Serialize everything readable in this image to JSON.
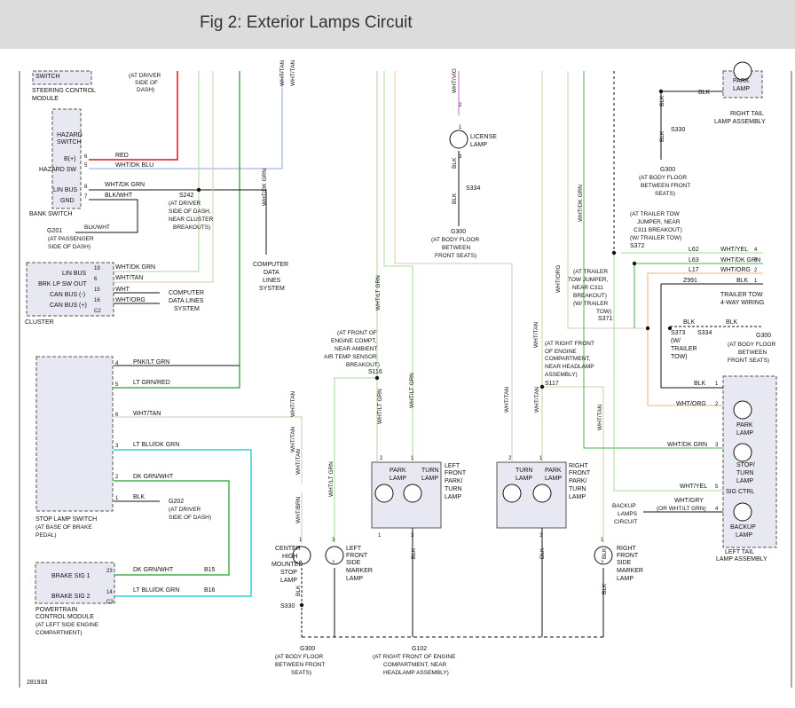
{
  "title": "Fig 2: Exterior Lamps Circuit",
  "diagram_id": "281933",
  "colors": {
    "red": "#e0121b",
    "green": "#4caf50",
    "lightgreen": "#a8d89a",
    "blue": "#8fa3d0",
    "cyan": "#37d0d0",
    "tan": "#d8c8ad",
    "orange": "#f0b070",
    "purple": "#cc66cc",
    "black": "#111111",
    "box": "#e8e8f2"
  },
  "texts": [
    {
      "id": "t1",
      "text": "SWITCH"
    },
    {
      "id": "t2",
      "text": "STEERING CONTROL"
    },
    {
      "id": "t3",
      "text": "MODULE"
    },
    {
      "id": "t4",
      "text": "(AT DRIVER"
    },
    {
      "id": "t5",
      "text": "SIDE OF"
    },
    {
      "id": "t6",
      "text": "DASH)"
    },
    {
      "id": "t7",
      "text": "HAZARD"
    },
    {
      "id": "t8",
      "text": "SWITCH"
    },
    {
      "id": "t9",
      "text": "B(+)"
    },
    {
      "id": "t10",
      "text": "HAZARD SW"
    },
    {
      "id": "t11",
      "text": "LIN BUS"
    },
    {
      "id": "t12",
      "text": "GND"
    },
    {
      "id": "t13",
      "text": "BANK SWITCH"
    },
    {
      "id": "t14",
      "text": "6"
    },
    {
      "id": "t15",
      "text": "5"
    },
    {
      "id": "t16",
      "text": "8"
    },
    {
      "id": "t17",
      "text": "7"
    },
    {
      "id": "t18",
      "text": "RED"
    },
    {
      "id": "t19",
      "text": "WHT/DK BLU"
    },
    {
      "id": "t20",
      "text": "WHT/DK GRN"
    },
    {
      "id": "t21",
      "text": "BLK/WHT"
    },
    {
      "id": "t22",
      "text": "S242"
    },
    {
      "id": "t23",
      "text": "(AT DRIVER"
    },
    {
      "id": "t24",
      "text": "SIDE OF DASH,"
    },
    {
      "id": "t25",
      "text": "NEAR CLUSTER"
    },
    {
      "id": "t26",
      "text": "BREAKOUTS)"
    },
    {
      "id": "t27",
      "text": "BLK/WHT"
    },
    {
      "id": "t28",
      "text": "G201"
    },
    {
      "id": "t29",
      "text": "(AT PASSENGER"
    },
    {
      "id": "t30",
      "text": "SIDE OF DASH)"
    },
    {
      "id": "t31",
      "text": "WHT/DK GRN"
    },
    {
      "id": "t32",
      "text": "COMPUTER"
    },
    {
      "id": "t33",
      "text": "DATA"
    },
    {
      "id": "t34",
      "text": "LINES"
    },
    {
      "id": "t35",
      "text": "SYSTEM"
    },
    {
      "id": "t36",
      "text": "WHT/TAN"
    },
    {
      "id": "t37",
      "text": "WHT/TAN"
    },
    {
      "id": "t38",
      "text": "LIN BUS"
    },
    {
      "id": "t39",
      "text": "BRK LP SW OUT"
    },
    {
      "id": "t40",
      "text": "CAN BUS (-)"
    },
    {
      "id": "t41",
      "text": "CAN BUS (+)"
    },
    {
      "id": "t42",
      "text": "CLUSTER"
    },
    {
      "id": "t43",
      "text": "19"
    },
    {
      "id": "t44",
      "text": "6"
    },
    {
      "id": "t45",
      "text": "15"
    },
    {
      "id": "t46",
      "text": "16"
    },
    {
      "id": "t47",
      "text": "C2"
    },
    {
      "id": "t48",
      "text": "WHT/DK GRN"
    },
    {
      "id": "t49",
      "text": "WHT/TAN"
    },
    {
      "id": "t50",
      "text": "WHT"
    },
    {
      "id": "t51",
      "text": "WHT/ORG"
    },
    {
      "id": "t52",
      "text": "COMPUTER"
    },
    {
      "id": "t53",
      "text": "DATA LINES"
    },
    {
      "id": "t54",
      "text": "SYSTEM"
    },
    {
      "id": "t55",
      "text": "4"
    },
    {
      "id": "t56",
      "text": "5"
    },
    {
      "id": "t57",
      "text": "6"
    },
    {
      "id": "t58",
      "text": "3"
    },
    {
      "id": "t59",
      "text": "2"
    },
    {
      "id": "t60",
      "text": "1"
    },
    {
      "id": "t61",
      "text": "PNK/LT GRN"
    },
    {
      "id": "t62",
      "text": "LT GRN/RED"
    },
    {
      "id": "t63",
      "text": "WHT/TAN"
    },
    {
      "id": "t64",
      "text": "LT BLU/DK GRN"
    },
    {
      "id": "t65",
      "text": "DK GRN/WHT"
    },
    {
      "id": "t66",
      "text": "BLK"
    },
    {
      "id": "t67",
      "text": "G202"
    },
    {
      "id": "t68",
      "text": "(AT DRIVER"
    },
    {
      "id": "t69",
      "text": "SIDE OF DASH)"
    },
    {
      "id": "t70",
      "text": "STOP LAMP SWITCH"
    },
    {
      "id": "t71",
      "text": "(AT BASE OF BRAKE"
    },
    {
      "id": "t72",
      "text": "PEDAL)"
    },
    {
      "id": "t73",
      "text": "BRAKE SIG 1"
    },
    {
      "id": "t74",
      "text": "BRAKE SIG 2"
    },
    {
      "id": "t75",
      "text": "23"
    },
    {
      "id": "t76",
      "text": "14"
    },
    {
      "id": "t77",
      "text": "C3"
    },
    {
      "id": "t78",
      "text": "DK GRN/WHT"
    },
    {
      "id": "t79",
      "text": "LT BLU/DK GRN"
    },
    {
      "id": "t80",
      "text": "B15"
    },
    {
      "id": "t81",
      "text": "B16"
    },
    {
      "id": "t82",
      "text": "POWERTRAIN"
    },
    {
      "id": "t83",
      "text": "CONTROL MODULE"
    },
    {
      "id": "t84",
      "text": "(AT LEFT SIDE ENGINE"
    },
    {
      "id": "t85",
      "text": "COMPARTMENT)"
    },
    {
      "id": "t86",
      "text": "WHT/TAN"
    },
    {
      "id": "t87",
      "text": "WHT/TAN"
    },
    {
      "id": "t88",
      "text": "CENTER"
    },
    {
      "id": "t89",
      "text": "HIGH"
    },
    {
      "id": "t90",
      "text": "MOUNTED"
    },
    {
      "id": "t91",
      "text": "STOP"
    },
    {
      "id": "t92",
      "text": "LAMP"
    },
    {
      "id": "t93",
      "text": "BLK"
    },
    {
      "id": "t94",
      "text": "S330"
    },
    {
      "id": "t95",
      "text": "G300"
    },
    {
      "id": "t96",
      "text": "(AT BODY FLOOR"
    },
    {
      "id": "t97",
      "text": "BETWEEN FRONT"
    },
    {
      "id": "t98",
      "text": "SEATS)"
    },
    {
      "id": "t99",
      "text": "WHT/LT GRN"
    },
    {
      "id": "t100",
      "text": "(AT FRONT OF"
    },
    {
      "id": "t101",
      "text": "ENGINE COMPT,"
    },
    {
      "id": "t102",
      "text": "NEAR AMBIENT"
    },
    {
      "id": "t103",
      "text": "AIR TEMP SENSOR"
    },
    {
      "id": "t104",
      "text": "BREAKOUT)"
    },
    {
      "id": "t105",
      "text": "S116"
    },
    {
      "id": "t106",
      "text": "WHT/LT GRN"
    },
    {
      "id": "t107",
      "text": "WHT/LT GRN"
    },
    {
      "id": "t108",
      "text": "WHT/LT GRN"
    },
    {
      "id": "t109",
      "text": "LEFT"
    },
    {
      "id": "t110",
      "text": "FRONT"
    },
    {
      "id": "t111",
      "text": "SIDE"
    },
    {
      "id": "t112",
      "text": "MARKER"
    },
    {
      "id": "t113",
      "text": "LAMP"
    },
    {
      "id": "t114",
      "text": "PARK"
    },
    {
      "id": "t115",
      "text": "LAMP"
    },
    {
      "id": "t116",
      "text": "TURN"
    },
    {
      "id": "t117",
      "text": "LAMP"
    },
    {
      "id": "t118",
      "text": "LEFT"
    },
    {
      "id": "t119",
      "text": "FRONT"
    },
    {
      "id": "t120",
      "text": "PARK/"
    },
    {
      "id": "t121",
      "text": "TURN"
    },
    {
      "id": "t122",
      "text": "LAMP"
    },
    {
      "id": "t123",
      "text": "BLK"
    },
    {
      "id": "t124",
      "text": "BLK"
    },
    {
      "id": "t125",
      "text": "G102"
    },
    {
      "id": "t126",
      "text": "(AT RIGHT FRONT OF ENGINE"
    },
    {
      "id": "t127",
      "text": "COMPARTMENT, NEAR"
    },
    {
      "id": "t128",
      "text": "HEADLAMP ASSEMBLY)"
    },
    {
      "id": "t129",
      "text": "WHT/VIO"
    },
    {
      "id": "t130",
      "text": "LICENSE"
    },
    {
      "id": "t131",
      "text": "LAMP"
    },
    {
      "id": "t132",
      "text": "BLK"
    },
    {
      "id": "t133",
      "text": "S334"
    },
    {
      "id": "t134",
      "text": "BLK"
    },
    {
      "id": "t135",
      "text": "G300"
    },
    {
      "id": "t136",
      "text": "(AT BODY FLOOR"
    },
    {
      "id": "t137",
      "text": "BETWEEN"
    },
    {
      "id": "t138",
      "text": "FRONT SEATS)"
    },
    {
      "id": "t139",
      "text": "WHT/TAN"
    },
    {
      "id": "t140",
      "text": "(AT RIGHT FRONT"
    },
    {
      "id": "t141",
      "text": "OF ENGINE"
    },
    {
      "id": "t142",
      "text": "COMPARTMENT,"
    },
    {
      "id": "t143",
      "text": "NEAR HEADLAMP"
    },
    {
      "id": "t144",
      "text": "ASSEMBLY)"
    },
    {
      "id": "t145",
      "text": "S117"
    },
    {
      "id": "t146",
      "text": "WHT/TAN"
    },
    {
      "id": "t147",
      "text": "WHT/TAN"
    },
    {
      "id": "t148",
      "text": "TURN"
    },
    {
      "id": "t149",
      "text": "LAMP"
    },
    {
      "id": "t150",
      "text": "PARK"
    },
    {
      "id": "t151",
      "text": "LAMP"
    },
    {
      "id": "t152",
      "text": "RIGHT"
    },
    {
      "id": "t153",
      "text": "FRONT"
    },
    {
      "id": "t154",
      "text": "PARK/"
    },
    {
      "id": "t155",
      "text": "TURN"
    },
    {
      "id": "t156",
      "text": "LAMP"
    },
    {
      "id": "t157",
      "text": "BLK"
    },
    {
      "id": "t158",
      "text": "WHT/TAN"
    },
    {
      "id": "t159",
      "text": "RIGHT"
    },
    {
      "id": "t160",
      "text": "FRONT"
    },
    {
      "id": "t161",
      "text": "SIDE"
    },
    {
      "id": "t162",
      "text": "MARKER"
    },
    {
      "id": "t163",
      "text": "LAMP"
    },
    {
      "id": "t164",
      "text": "BLK"
    },
    {
      "id": "t165",
      "text": "WHT/DK GRN"
    },
    {
      "id": "t166",
      "text": "WHT/ORG"
    },
    {
      "id": "t167",
      "text": "PARK"
    },
    {
      "id": "t168",
      "text": "LAMP"
    },
    {
      "id": "t169",
      "text": "RIGHT TAIL"
    },
    {
      "id": "t170",
      "text": "LAMP ASSEMBLY"
    },
    {
      "id": "t171",
      "text": "BLK"
    },
    {
      "id": "t172",
      "text": "BLK"
    },
    {
      "id": "t173",
      "text": "S330"
    },
    {
      "id": "t174",
      "text": "BLK"
    },
    {
      "id": "t175",
      "text": "G300"
    },
    {
      "id": "t176",
      "text": "(AT BODY FLOOR"
    },
    {
      "id": "t177",
      "text": "BETWEEN FRONT"
    },
    {
      "id": "t178",
      "text": "SEATS)"
    },
    {
      "id": "t179",
      "text": "(AT TRAILER TOW"
    },
    {
      "id": "t180",
      "text": "JUMPER, NEAR"
    },
    {
      "id": "t181",
      "text": "C311 BREAKOUT)"
    },
    {
      "id": "t182",
      "text": "(W/ TRAILER TOW)"
    },
    {
      "id": "t183",
      "text": "S372"
    },
    {
      "id": "t184",
      "text": "L62"
    },
    {
      "id": "t185",
      "text": "L63"
    },
    {
      "id": "t186",
      "text": "L17"
    },
    {
      "id": "t187",
      "text": "Z991"
    },
    {
      "id": "t188",
      "text": "WHT/YEL"
    },
    {
      "id": "t189",
      "text": "WHT/DK GRN"
    },
    {
      "id": "t190",
      "text": "WHT/ORG"
    },
    {
      "id": "t191",
      "text": "BLK"
    },
    {
      "id": "t192",
      "text": "4"
    },
    {
      "id": "t193",
      "text": "3"
    },
    {
      "id": "t194",
      "text": "2"
    },
    {
      "id": "t195",
      "text": "1"
    },
    {
      "id": "t196",
      "text": "TRAILER TOW"
    },
    {
      "id": "t197",
      "text": "4-WAY WIRING"
    },
    {
      "id": "t198",
      "text": "(AT TRAILER"
    },
    {
      "id": "t199",
      "text": "TOW JUMPER,"
    },
    {
      "id": "t200",
      "text": "NEAR C311"
    },
    {
      "id": "t201",
      "text": "BREAKOUT)"
    },
    {
      "id": "t202",
      "text": "(W/ TRAILER"
    },
    {
      "id": "t203",
      "text": "TOW)"
    },
    {
      "id": "t204",
      "text": "S371"
    },
    {
      "id": "t205",
      "text": "BLK"
    },
    {
      "id": "t206",
      "text": "BLK"
    },
    {
      "id": "t207",
      "text": "S373"
    },
    {
      "id": "t208",
      "text": "(W/"
    },
    {
      "id": "t209",
      "text": "TRAILER"
    },
    {
      "id": "t210",
      "text": "TOW)"
    },
    {
      "id": "t211",
      "text": "S334"
    },
    {
      "id": "t212",
      "text": "G300"
    },
    {
      "id": "t213",
      "text": "(AT BODY FLOOR"
    },
    {
      "id": "t214",
      "text": "BETWEEN"
    },
    {
      "id": "t215",
      "text": "FRONT SEATS)"
    },
    {
      "id": "t216",
      "text": "BLK"
    },
    {
      "id": "t217",
      "text": "1"
    },
    {
      "id": "t218",
      "text": "WHT/ORG"
    },
    {
      "id": "t219",
      "text": "2"
    },
    {
      "id": "t220",
      "text": "PARK"
    },
    {
      "id": "t221",
      "text": "LAMP"
    },
    {
      "id": "t222",
      "text": "WHT/DK GRN"
    },
    {
      "id": "t223",
      "text": "3"
    },
    {
      "id": "t224",
      "text": "STOP/"
    },
    {
      "id": "t225",
      "text": "TURN"
    },
    {
      "id": "t226",
      "text": "LAMP"
    },
    {
      "id": "t227",
      "text": "WHT/YEL"
    },
    {
      "id": "t228",
      "text": "5"
    },
    {
      "id": "t229",
      "text": "SIG CTRL"
    },
    {
      "id": "t230",
      "text": "WHT/GRY"
    },
    {
      "id": "t231",
      "text": "(OR WHT/LT GRN)"
    },
    {
      "id": "t232",
      "text": "4"
    },
    {
      "id": "t233",
      "text": "BACKUP"
    },
    {
      "id": "t234",
      "text": "LAMPS"
    },
    {
      "id": "t235",
      "text": "CIRCUIT"
    },
    {
      "id": "t236",
      "text": "BACKUP"
    },
    {
      "id": "t237",
      "text": "LAMP"
    },
    {
      "id": "t238",
      "text": "LEFT TAIL"
    },
    {
      "id": "t239",
      "text": "LAMP ASSEMBLY"
    },
    {
      "id": "t240",
      "text": "WHT/TAN"
    },
    {
      "id": "t241",
      "text": "WHT/BRN"
    },
    {
      "id": "t242",
      "text": "281933"
    },
    {
      "id": "t243",
      "text": "2"
    },
    {
      "id": "t244",
      "text": "1"
    },
    {
      "id": "t245",
      "text": "2"
    },
    {
      "id": "t246",
      "text": "1"
    },
    {
      "id": "t247",
      "text": "3"
    },
    {
      "id": "t248",
      "text": "3"
    },
    {
      "id": "t249",
      "text": "1"
    },
    {
      "id": "t250",
      "text": "2"
    },
    {
      "id": "t251",
      "text": "3"
    },
    {
      "id": "t252",
      "text": "3"
    },
    {
      "id": "t253",
      "text": "2"
    },
    {
      "id": "t254",
      "text": "1"
    },
    {
      "id": "t255",
      "text": "2"
    },
    {
      "id": "t256",
      "text": "1"
    },
    {
      "id": "t257",
      "text": "2"
    },
    {
      "id": "t258",
      "text": "1"
    }
  ]
}
